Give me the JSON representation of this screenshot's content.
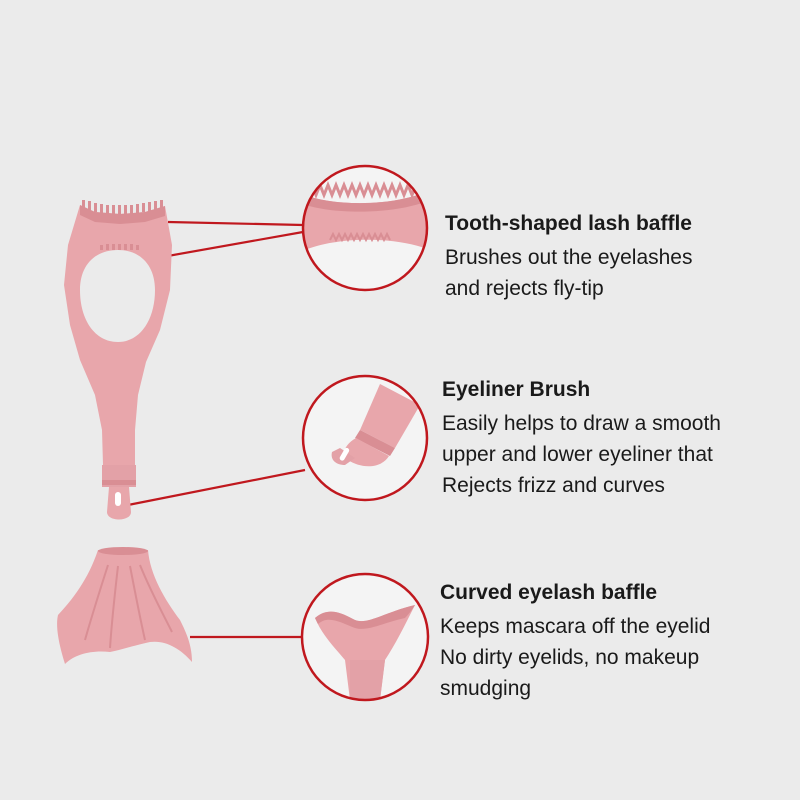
{
  "colors": {
    "background": "#ebebeb",
    "product_pink": "#e8a6ab",
    "product_pink_dark": "#d98e94",
    "callout_red": "#c0181e",
    "text": "#1a1a1a"
  },
  "features": [
    {
      "title": "Tooth-shaped lash baffle",
      "lines": [
        "Brushes out the eyelashes",
        "and rejects fly-tip"
      ]
    },
    {
      "title": "Eyeliner Brush",
      "lines": [
        "Easily helps to draw a smooth",
        "upper and lower eyeliner that",
        "Rejects frizz and curves"
      ]
    },
    {
      "title": "Curved eyelash baffle",
      "lines": [
        "Keeps mascara off the eyelid",
        "No dirty eyelids, no makeup",
        "smudging"
      ]
    }
  ],
  "icons": [
    "mascara-guard-handle",
    "fishtail-baffle",
    "lash-baffle-zoom",
    "eyeliner-brush-zoom",
    "curved-baffle-zoom"
  ]
}
